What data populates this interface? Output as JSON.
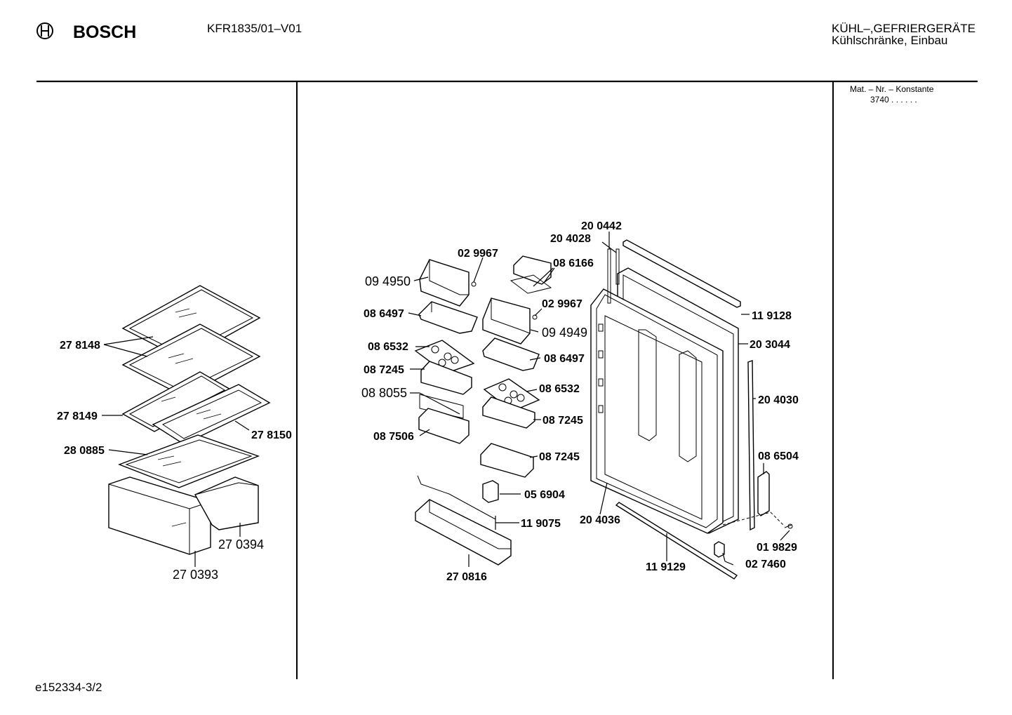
{
  "header": {
    "brand": "BOSCH",
    "model": "KFR1835/01–V01",
    "category_line1": "KÜHL–,GEFRIERGERÄTE",
    "category_line2": "Kühlschränke, Einbau"
  },
  "sidebar": {
    "label": "Mat. – Nr. – Konstante",
    "value": "3740  .   .    .  .  .  ."
  },
  "footer": {
    "sheet_id": "e152334-3/2"
  },
  "left_parts": {
    "p278148": "27 8148",
    "p278149": "27 8149",
    "p278150": "27 8150",
    "p280885": "28 0885",
    "p270394": "27 0394",
    "p270393": "27 0393"
  },
  "center_parts": {
    "p094950": "09 4950",
    "p029967a": "02 9967",
    "p086166": "08 6166",
    "p086497a": "08 6497",
    "p029967b": "02 9967",
    "p094949": "09 4949",
    "p086532a": "08 6532",
    "p086497b": "08 6497",
    "p087245a": "08 7245",
    "p088055": "08 8055",
    "p086532b": "08 6532",
    "p087245b": "08 7245",
    "p087506": "08 7506",
    "p087245c": "08 7245",
    "p056904": "05 6904",
    "p119075": "11 9075",
    "p270816": "27 0816"
  },
  "right_parts": {
    "p200442": "20 0442",
    "p204028": "20 4028",
    "p119128": "11 9128",
    "p203044": "20 3044",
    "p204030": "20 4030",
    "p086504": "08 6504",
    "p204036": "20 4036",
    "p019829": "01 9829",
    "p119129": "11 9129",
    "p027460": "02 7460"
  }
}
